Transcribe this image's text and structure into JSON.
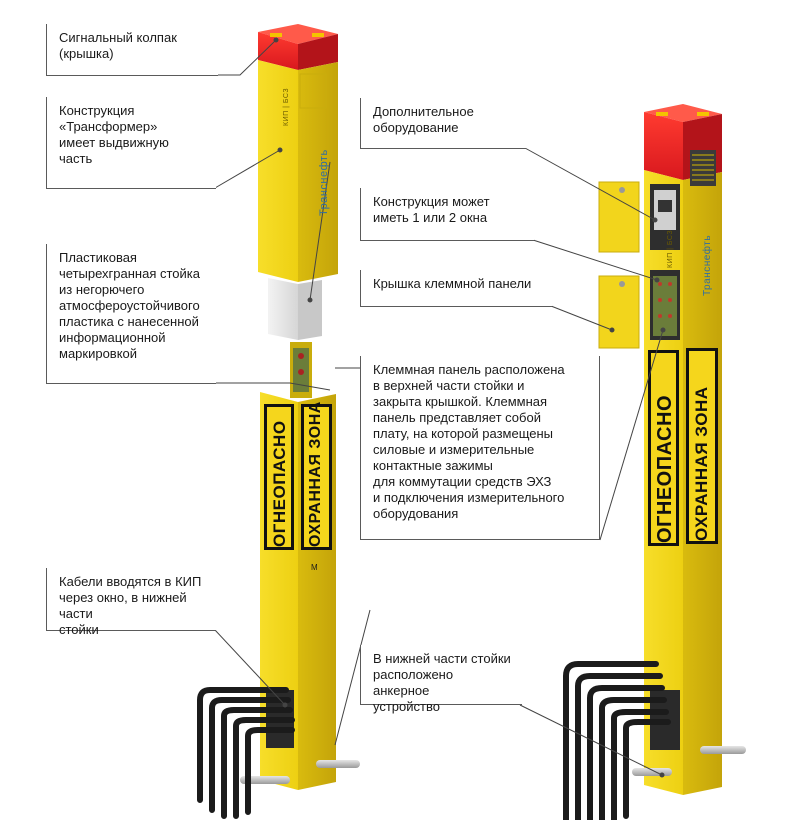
{
  "callouts": {
    "signal_cap": "Сигнальный колпак\n(крышка)",
    "transformer": "Конструкция\n«Трансформер»\nимеет выдвижную\nчасть",
    "plastic_post": "Пластиковая\nчетырехгранная стойка\nиз негорючего\nатмосфероустойчивого\nпластика с нанесенной\nинформационной\nмаркировкой",
    "cables": "Кабели вводятся в КИП\nчерез окно, в нижней части\nстойки",
    "additional_equipment": "Дополнительное\nоборудование",
    "windows": "Конструкция может\nиметь 1 или 2 окна",
    "terminal_cover": "Крышка клеммной панели",
    "terminal_panel": "Клеммная панель расположена\nв верхней части стойки и\nзакрыта крышкой. Клеммная\nпанель представляет собой\nплату, на которой размещены\nсиловые и измерительные\nконтактные зажимы\nдля коммутации средств ЭХЗ\nи подключения измерительного\nоборудования",
    "anchor": "В нижней части стойки\nрасположено анкерное\nустройство"
  },
  "post_markings": {
    "fire_hazard": "ОГНЕОПАСНО",
    "security_zone": "ОХРАННАЯ ЗОНА",
    "brand": "Транснефть",
    "post_code": "КИП | БСЗ",
    "marker": "М"
  },
  "colors": {
    "post_yellow": "#f2d51c",
    "post_yellow_dark": "#c9ad0c",
    "cap_red": "#e31e24",
    "cap_red_dark": "#b3141a",
    "label_black": "#111111"
  }
}
